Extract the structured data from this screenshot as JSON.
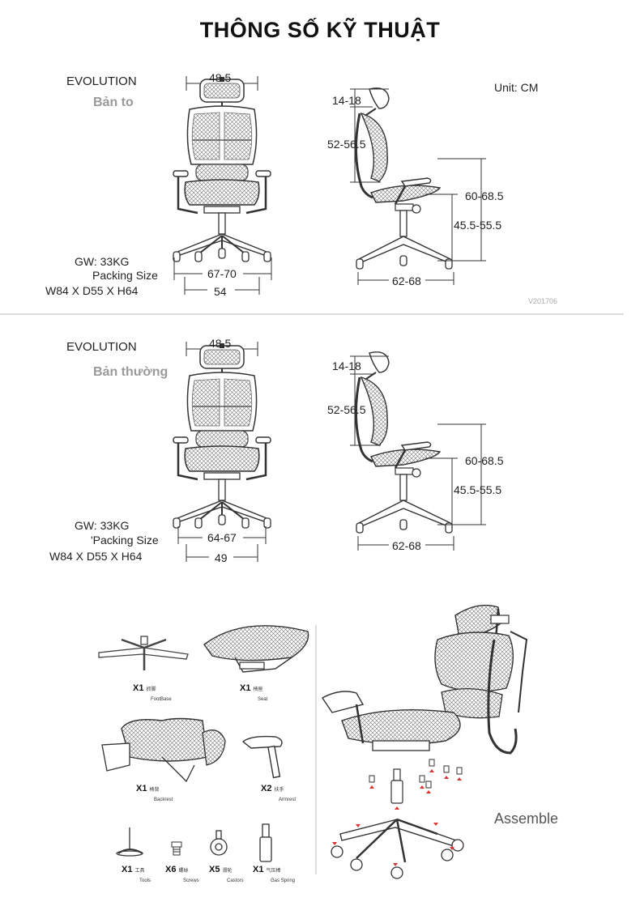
{
  "page": {
    "title": "THÔNG SỐ KỸ THUẬT",
    "unit": "Unit:  CM",
    "version": "V201706"
  },
  "spec_large": {
    "model": "EVOLUTION",
    "variant": "Bản to",
    "headrest_width": "48.5",
    "seat_width": "67-70",
    "base_width": "54",
    "headrest_adj": "14-18",
    "back_height": "52-56.5",
    "armrest_height": "60-68.5",
    "seat_height": "45.5-55.5",
    "base_depth": "62-68",
    "gw": "GW:  33KG",
    "packing_label": "Packing Size",
    "packing_size": "W84 X D55 X H64"
  },
  "spec_standard": {
    "model": "EVOLUTION",
    "variant": "Bản thường",
    "headrest_width": "48.5",
    "seat_width": "64-67",
    "base_width": "49",
    "headrest_adj": "14-18",
    "back_height": "52-56.5",
    "armrest_height": "60-68.5",
    "seat_height": "45.5-55.5",
    "base_depth": "62-68",
    "gw": "GW:  33KG",
    "packing_label": "'Packing Size",
    "packing_size": "W84 X D55 X H64"
  },
  "parts": [
    {
      "qty": "X1",
      "cn": "抓脚",
      "en": "FootBase"
    },
    {
      "qty": "X1",
      "cn": "椅座",
      "en": "Seat"
    },
    {
      "qty": "X1",
      "cn": "椅背",
      "en": "Backrest"
    },
    {
      "qty": "X2",
      "cn": "扶手",
      "en": "Armrest"
    },
    {
      "qty": "X1",
      "cn": "工具",
      "en": "Tools"
    },
    {
      "qty": "X6",
      "cn": "螺絲",
      "en": "Screws"
    },
    {
      "qty": "X5",
      "cn": "滑轮",
      "en": "Castors"
    },
    {
      "qty": "X1",
      "cn": "气压棒",
      "en": "Gas Spring"
    }
  ],
  "assemble_label": "Assemble"
}
